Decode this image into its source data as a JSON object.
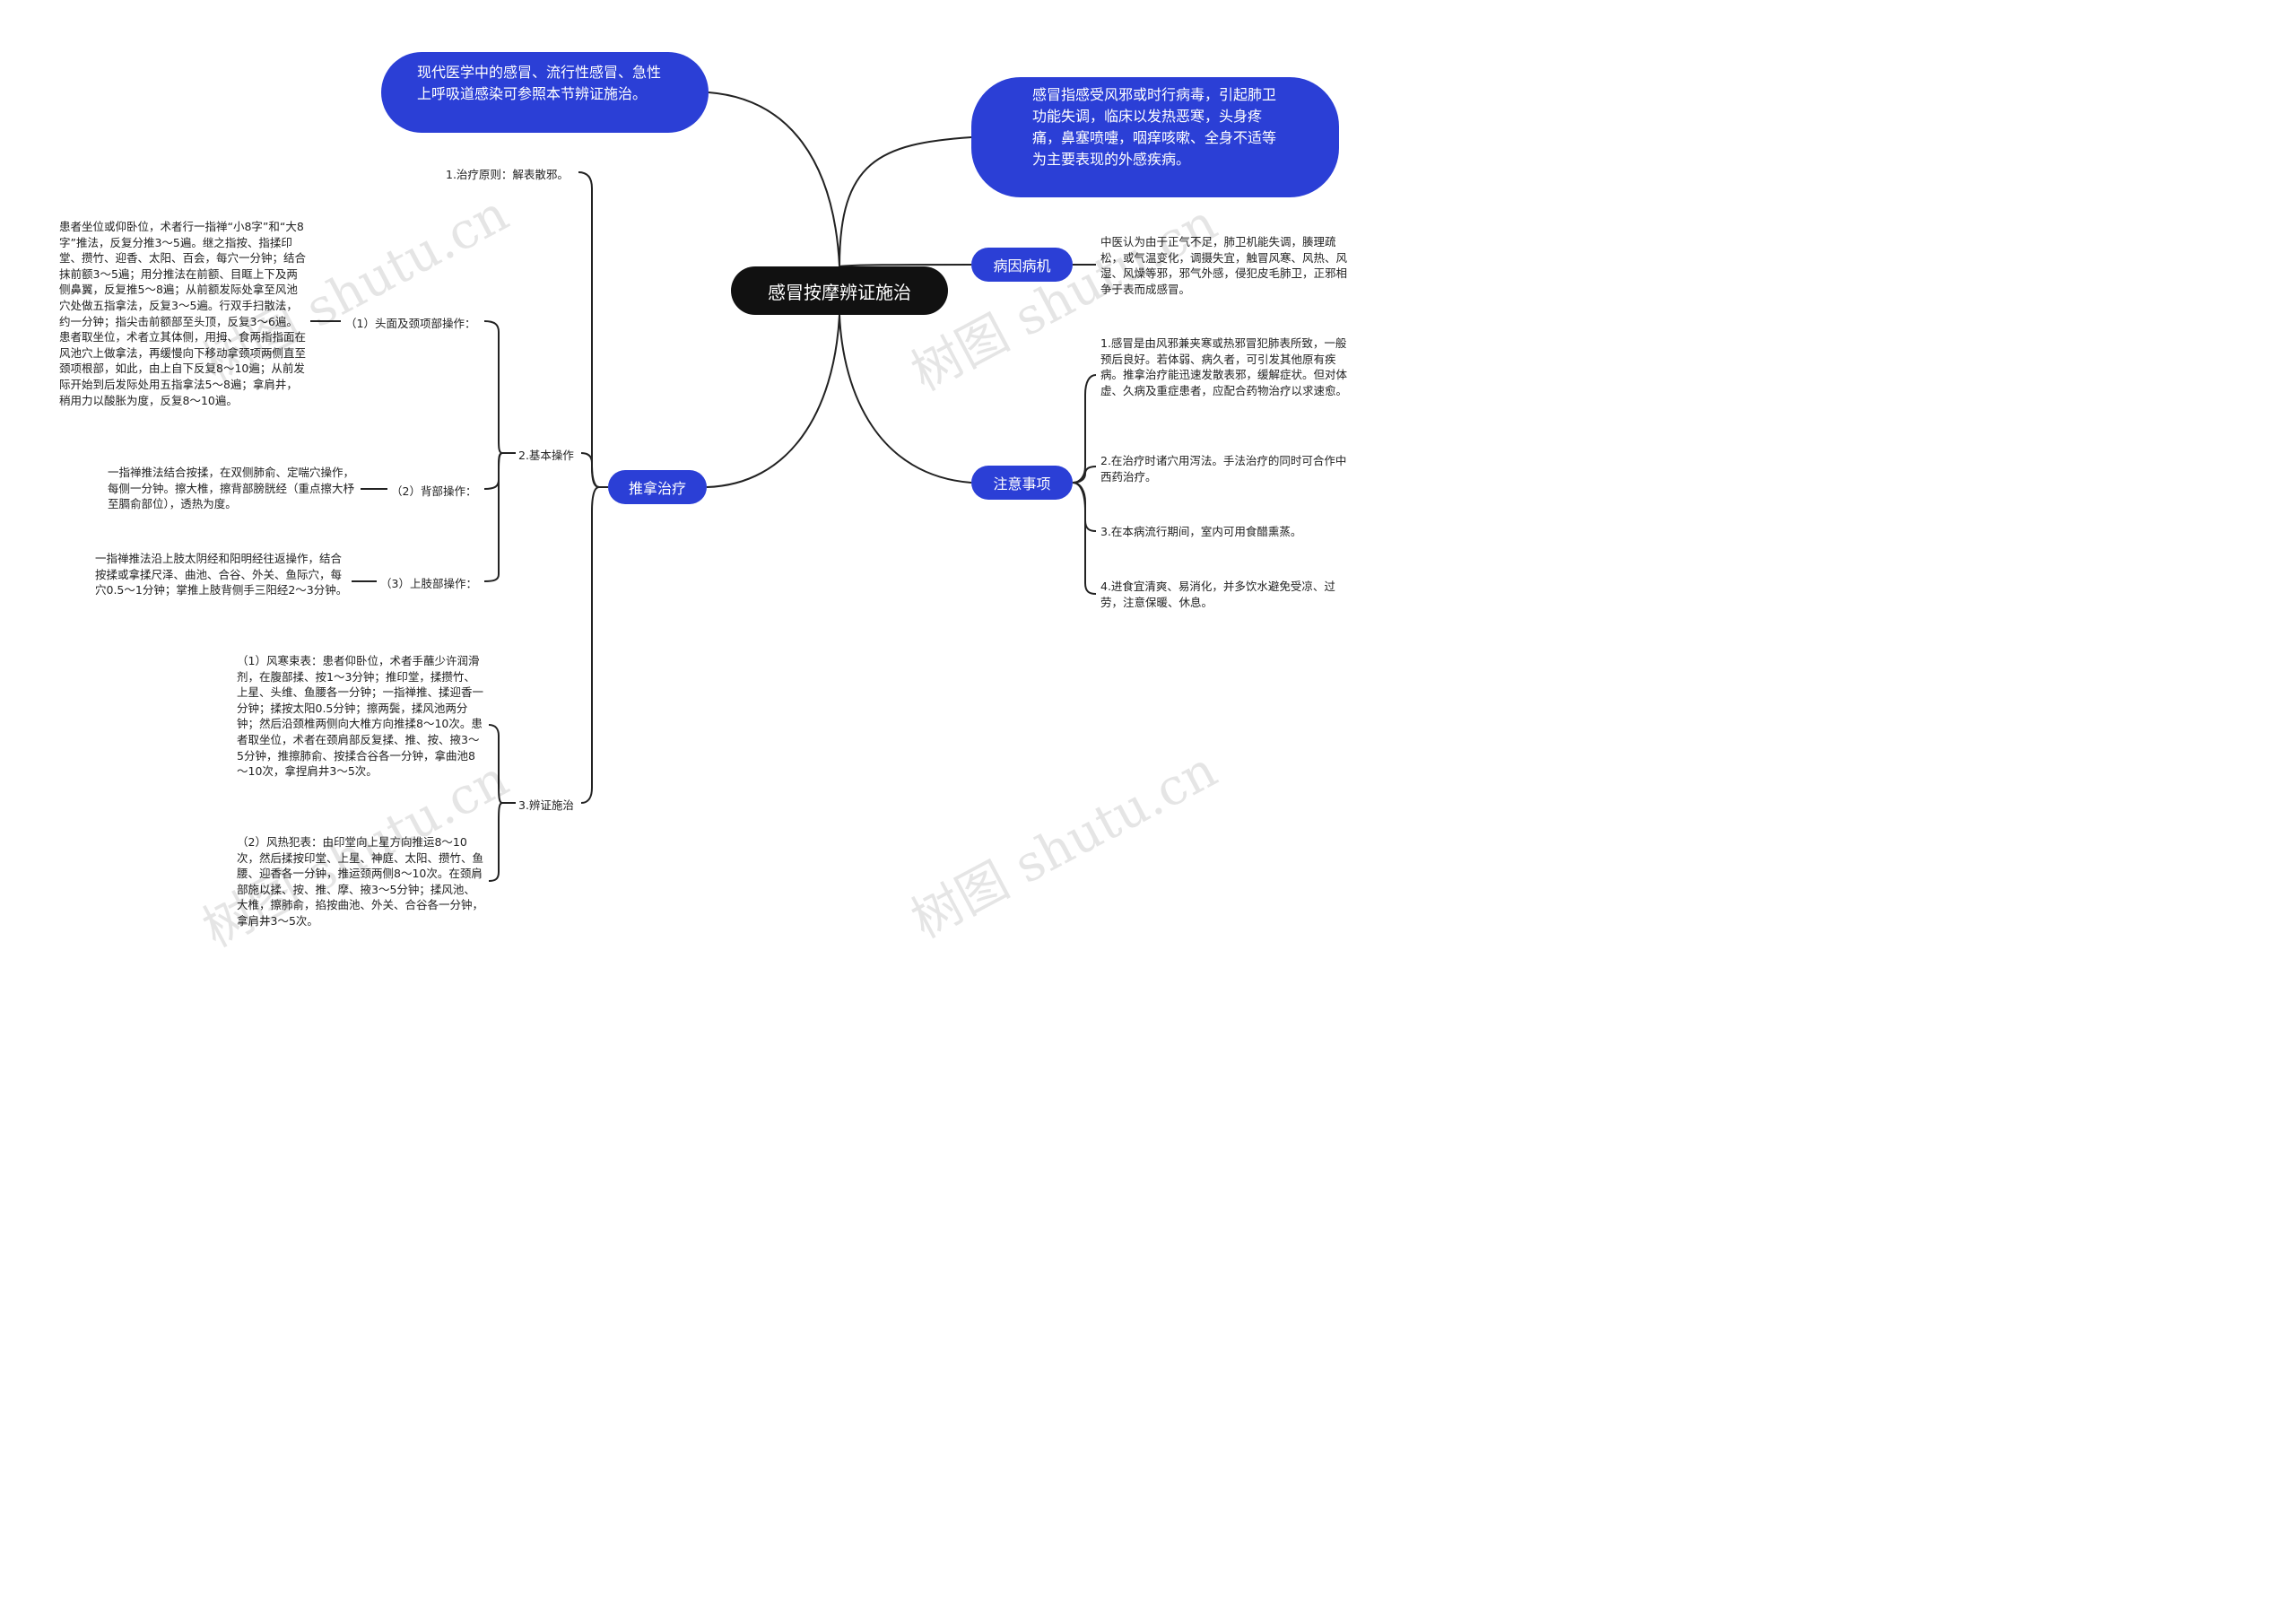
{
  "root": "感冒按摩辨证施治",
  "top_left_note": "现代医学中的感冒、流行性感冒、急性上呼吸道感染可参照本节辨证施治。",
  "top_right_note": "感冒指感受风邪或时行病毒，引起肺卫功能失调，临床以发热恶寒，头身疼痛，鼻塞喷嚏，咽痒咳嗽、全身不适等为主要表现的外感疾病。",
  "etiology": {
    "label": "病因病机",
    "text": "中医认为由于正气不足，肺卫机能失调，腠理疏松，或气温变化，调摄失宜，触冒风寒、风热、风湿、风燥等邪，邪气外感，侵犯皮毛肺卫，正邪相争于表而成感冒。"
  },
  "notes": {
    "label": "注意事项",
    "items": [
      "1.感冒是由风邪兼夹寒或热邪冒犯肺表所致，一般预后良好。若体弱、病久者，可引发其他原有疾病。推拿治疗能迅速发散表邪，缓解症状。但对体虚、久病及重症患者，应配合药物治疗以求速愈。",
      "2.在治疗时诸穴用泻法。手法治疗的同时可合作中西药治疗。",
      "3.在本病流行期间，室内可用食醋熏蒸。",
      "4.进食宜清爽、易消化，并多饮水避免受凉、过劳，注意保暖、休息。"
    ]
  },
  "massage": {
    "label": "推拿治疗",
    "principle": "1.治疗原则：解表散邪。",
    "basic": {
      "label": "2.基本操作",
      "head_label": "（1）头面及颈项部操作：",
      "head_text": "患者坐位或仰卧位，术者行一指禅“小8字”和“大8字”推法，反复分推3～5遍。继之指按、指揉印堂、攒竹、迎香、太阳、百会，每穴一分钟；结合抹前额3～5遍；用分推法在前额、目眶上下及两侧鼻翼，反复推5～8遍；从前额发际处拿至风池穴处做五指拿法，反复3～5遍。行双手扫散法，约一分钟；指尖击前额部至头顶，反复3～6遍。患者取坐位，术者立其体侧，用拇、食两指指面在风池穴上做拿法，再缓慢向下移动拿颈项两侧直至颈项根部，如此，由上自下反复8～10遍；从前发际开始到后发际处用五指拿法5～8遍；拿肩井，稍用力以酸胀为度，反复8～10遍。",
      "back_label": "（2）背部操作：",
      "back_text": "一指禅推法结合按揉，在双侧肺俞、定喘穴操作，每侧一分钟。擦大椎，擦背部膀胱经（重点擦大杼至膈俞部位），透热为度。",
      "limb_label": "（3）上肢部操作：",
      "limb_text": "一指禅推法沿上肢太阴经和阳明经往返操作，结合按揉或拿揉尺泽、曲池、合谷、外关、鱼际穴，每穴0.5～1分钟；掌推上肢背侧手三阳经2～3分钟。"
    },
    "syndrome": {
      "label": "3.辨证施治",
      "cold": "（1）风寒束表：患者仰卧位，术者手蘸少许润滑剂，在腹部揉、按1～3分钟；推印堂，揉攒竹、上星、头维、鱼腰各一分钟；一指禅推、揉迎香一分钟；揉按太阳0.5分钟；擦两鬓，揉风池两分钟；然后沿颈椎两侧向大椎方向推揉8～10次。患者取坐位，术者在颈肩部反复揉、推、按、掖3～5分钟，推擦肺俞、按揉合谷各一分钟，拿曲池8～10次，拿捏肩井3～5次。",
      "heat": "（2）风热犯表：由印堂向上星方向推运8～10次，然后揉按印堂、上星、神庭、太阳、攒竹、鱼腰、迎香各一分钟，推运颈两侧8～10次。在颈肩部施以揉、按、推、摩、掖3～5分钟；揉风池、大椎，擦肺俞，掐按曲池、外关、合谷各一分钟，拿肩井3～5次。"
    }
  },
  "watermark": "树图 shutu.cn",
  "colors": {
    "accent": "#2b3fd6",
    "root_bg": "#111111",
    "line": "#222222"
  }
}
